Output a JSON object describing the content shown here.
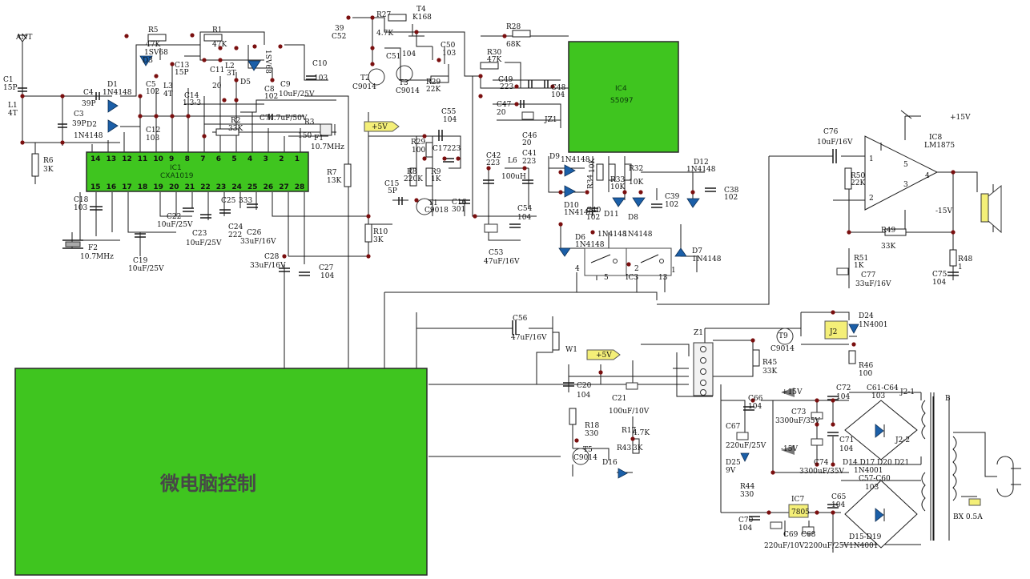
{
  "labels": {
    "ant": "ANT",
    "c1": "C1",
    "c1v": "15P",
    "l1": "L1",
    "l1v": "4T",
    "c3": "C3",
    "c3v": "39P",
    "c4": "C4",
    "c4v": "39P",
    "d1": "D1",
    "d1v": "1N4148",
    "d2": "D2",
    "d2v": "1N4148",
    "r6": "R6",
    "r6v": "3K",
    "c18": "C18",
    "c18v": "103",
    "f2": "F2",
    "f2v": "10.7MHz",
    "c19": "C19",
    "c19v": "10uF/25V",
    "r5": "R5",
    "r5v": "47K",
    "d3": "D3",
    "d3v": "1SV68",
    "c5": "C5",
    "c5v": "102",
    "l3": "L3",
    "l3v": "4T",
    "c13": "C13",
    "c13v": "15P",
    "c14": "C14",
    "c14v": "1.3-3",
    "c11": "C11",
    "l2": "L2",
    "l2v": "3T",
    "v20": "20",
    "r1": "R1",
    "r1v": "47K",
    "d5": "D5",
    "d5v": "1SV68",
    "c8": "C8",
    "c8v": "102",
    "c9": "C9",
    "c9v": "10uF/25V",
    "c10": "C10",
    "c10v": "103",
    "c12": "C12",
    "c12v": "103",
    "c7": "C7",
    "c7v": "4.7uF/50V",
    "r3": "R3",
    "r3v": "150",
    "f1": "F1",
    "f1v": "10.7MHz",
    "r2": "R2",
    "r2v": "33K",
    "r7": "R7",
    "r7v": "13K",
    "c22": "C22",
    "c22v": "10uF/25V",
    "c23": "C23",
    "c23v": "10uF/25V",
    "c24": "C24",
    "c24v": "222",
    "c25": "C25",
    "c25v": "333",
    "c26": "C26",
    "c26v": "33uF/16V",
    "c28": "C28",
    "c28v": "33uF/16V",
    "c27": "C27",
    "c27v": "104",
    "r10": "R10",
    "r10v": "3K",
    "c39a": "39",
    "c52": "C52",
    "r27": "R27",
    "r27v": "4.7K",
    "t4": "T4",
    "t4v": "K168",
    "c51": "C51",
    "c51v": "104",
    "c50": "C50",
    "c50v": "103",
    "t2": "T2",
    "t2v": "C9014",
    "t3": "T3",
    "t3v": "C9014",
    "r29b": "R29",
    "r29bv": "22K",
    "r28": "R28",
    "r28v": "68K",
    "r30": "R30",
    "r30v": "47K",
    "c49": "C49",
    "c49v": "223",
    "c48": "C48",
    "c48v": "104",
    "c47": "C47",
    "c47v": "20",
    "c46": "C46",
    "c46v": "20",
    "jz1": "JZ1",
    "c55": "C55",
    "c55v": "104",
    "plus5": "+5V",
    "r29": "R29",
    "r29v": "100",
    "c17": "C17",
    "c17v": "223",
    "r8": "R8",
    "r8v": "220K",
    "r9": "R9",
    "r9v": "1K",
    "c15": "C15",
    "c15v": "5P",
    "t1": "T1",
    "t1v": "C9018",
    "c16": "C16",
    "c16v": "301",
    "c42": "C42",
    "c42v": "223",
    "l6": "L6",
    "l6v": "100uH",
    "c41": "C41",
    "c41v": "223",
    "c54": "C54",
    "c54v": "104",
    "c53": "C53",
    "c53v": "47uF/16V",
    "d9": "D9",
    "d9v": "1N4148",
    "d10": "D10",
    "d10v": "1N4148",
    "r34": "R34",
    "r34v": "10K",
    "r33": "R33",
    "r33v": "10K",
    "r32": "R32",
    "r32v": "10K",
    "c40": "C40",
    "c40v": "102",
    "d11": "D11",
    "d8": "D8",
    "d8v": "1N4148",
    "d11v": "1N4148",
    "c39": "C39",
    "c39v": "102",
    "d12": "D12",
    "d12v": "1N4148",
    "c38": "C38",
    "c38v": "102",
    "d6": "D6",
    "d6v": "1N4148",
    "d7": "D7",
    "d7v": "1N4148",
    "ic3": "IC3",
    "p4": "4",
    "p5": "5",
    "p2": "2",
    "p13": "13",
    "p1": "1",
    "c56": "C56",
    "c56v": "47uF/16V",
    "w1": "W1",
    "z1": "Z1",
    "c20": "C20",
    "c20v": "104",
    "c21": "C21",
    "c21v": "100uF/10V",
    "r18": "R18",
    "r18v": "330",
    "r17": "R17",
    "r17v": "4.7K",
    "r43": "R43",
    "r43v": "3K",
    "t5": "T5",
    "t5v": "C9014",
    "d16": "D16",
    "c76": "C76",
    "c76v": "10uF/16V",
    "r50": "R50",
    "r50v": "22K",
    "ic8": "IC8",
    "ic8v": "LM1875",
    "plus15": "+15V",
    "minus15": "-15V",
    "r49": "R49",
    "r49v": "33K",
    "r51": "R51",
    "r51v": "1K",
    "c77": "C77",
    "c77v": "33uF/16V",
    "r48": "R48",
    "r48v": "1",
    "c75": "C75",
    "c75v": "104",
    "t9": "T9",
    "t9v": "C9014",
    "j2": "J2",
    "d24": "D24",
    "d24v": "1N4001",
    "r45": "R45",
    "r45v": "33K",
    "r46": "R46",
    "r46v": "100",
    "c66": "C66",
    "c66v": "104",
    "c67": "C67",
    "c67v": "220uF/25V",
    "d25": "D25",
    "d25v": "9V",
    "r44": "R44",
    "r44v": "330",
    "c72": "C72",
    "c72v": "104",
    "c73": "C73",
    "c73v": "3300uF/35V",
    "c71": "C71",
    "c71v": "104",
    "c74": "C74",
    "c74v": "3300uF/35V",
    "c61": "C61-C64",
    "c61v": "103",
    "j21": "J2-1",
    "j22": "J2-2",
    "d14": "D14 D17 D20 D21",
    "d14v": "1N4001",
    "b": "B",
    "c57": "C57-C60",
    "c57v": "103",
    "ic7": "IC7",
    "ic7v": "7805",
    "c65": "C65",
    "c65v": "104",
    "c70": "C70",
    "c70v": "104",
    "c69": "C69",
    "c69v": "220uF/10V",
    "c68": "C68",
    "c68v": "2200uF/25V",
    "d15": "D15-D19",
    "d15v": "1N4001",
    "bx": "BX 0.5A",
    "ic1name": "IC1",
    "ic1part": "CXA1019",
    "ic4name": "IC4",
    "ic4part": "S5097",
    "mcu": "微电脑控制"
  },
  "ic1_pins_top": [
    "14",
    "13",
    "12",
    "11",
    "10",
    "9",
    "8",
    "7",
    "6",
    "5",
    "4",
    "3",
    "2",
    "1"
  ],
  "ic1_pins_bottom": [
    "15",
    "16",
    "17",
    "18",
    "19",
    "20",
    "21",
    "22",
    "23",
    "24",
    "25",
    "26",
    "27",
    "28"
  ]
}
